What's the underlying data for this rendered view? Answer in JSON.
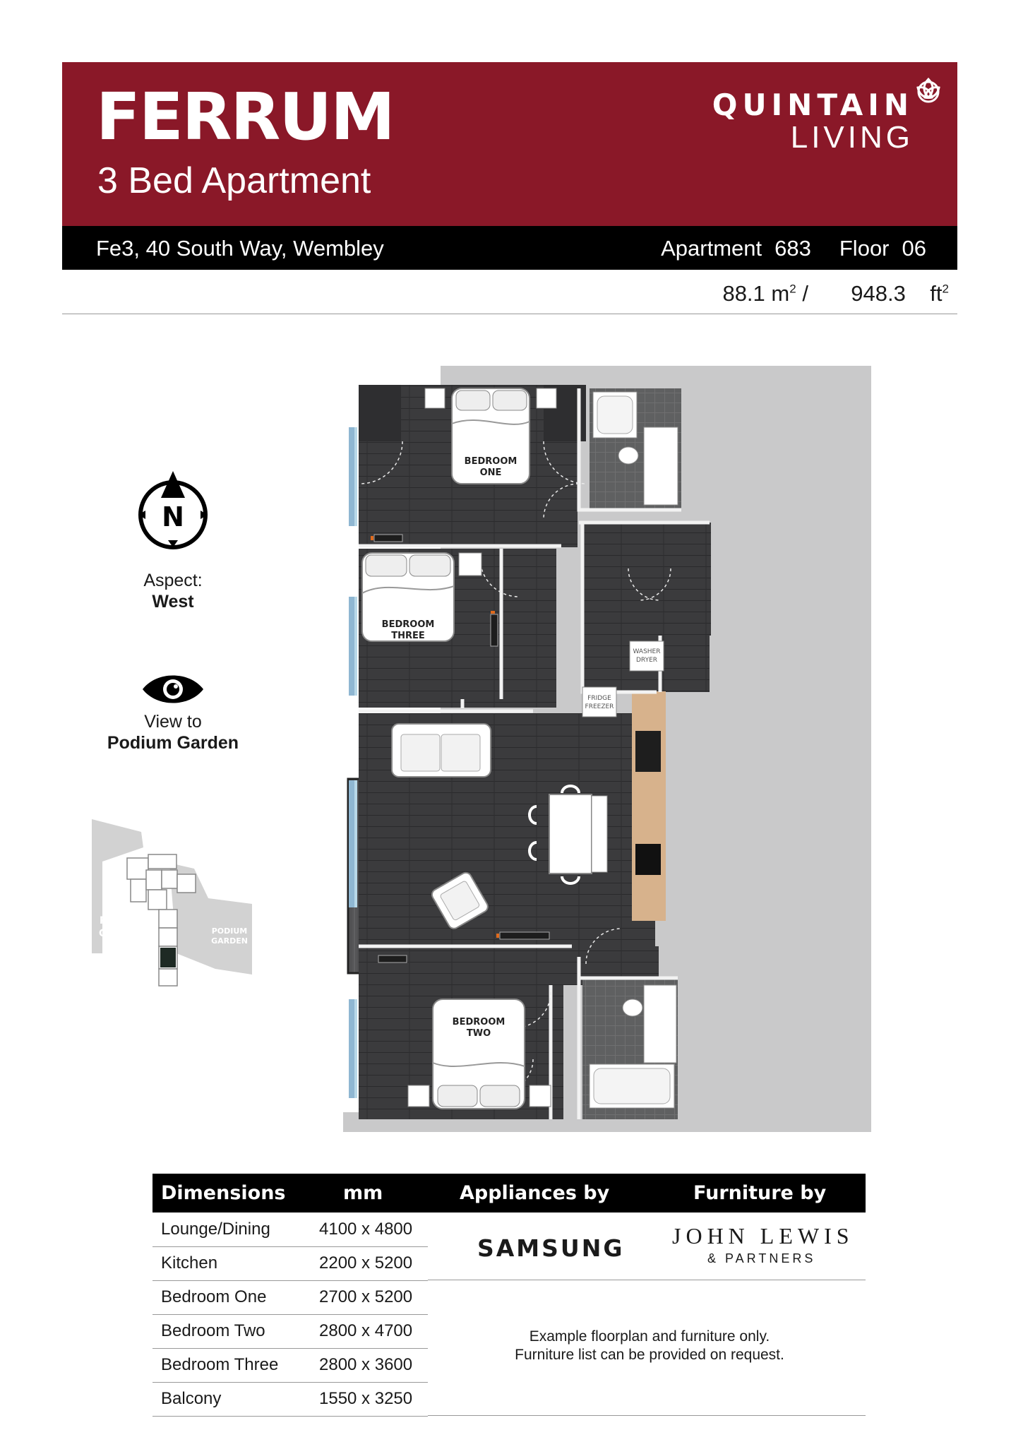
{
  "header": {
    "title": "FERRUM",
    "subtitle": "3 Bed Apartment",
    "brand_line1": "QUINTAIN",
    "brand_line2": "LIVING",
    "accent_color": "#8a1828"
  },
  "info_bar": {
    "address": "Fe3, 40 South Way, Wembley",
    "apartment_label": "Apartment",
    "apartment_value": "683",
    "floor_label": "Floor",
    "floor_value": "06"
  },
  "area": {
    "sqm": "88.1",
    "sqm_unit": "m",
    "separator": "/",
    "sqft": "948.3",
    "sqft_unit": "ft",
    "power": "2"
  },
  "compass": {
    "letter": "N",
    "aspect_label": "Aspect:",
    "aspect_value": "West"
  },
  "view": {
    "label": "View to",
    "value": "Podium Garden",
    "icon": "eye-icon"
  },
  "keyplan": {
    "garden_left": [
      "PODIUM",
      "GARDEN"
    ],
    "garden_right": [
      "PODIUM",
      "GARDEN"
    ]
  },
  "floorplan": {
    "rooms": {
      "bedroom_one": [
        "BEDROOM",
        "ONE"
      ],
      "bedroom_three": [
        "BEDROOM",
        "THREE"
      ],
      "bedroom_two": [
        "BEDROOM",
        "TWO"
      ]
    },
    "appliances": {
      "washer_dryer": [
        "WASHER",
        "DRYER"
      ],
      "fridge_freezer": [
        "FRIDGE",
        "FREEZER"
      ]
    }
  },
  "table": {
    "headers": {
      "dimensions": "Dimensions",
      "mm": "mm",
      "appliances": "Appliances by",
      "furniture": "Furniture by"
    },
    "rows": [
      {
        "room": "Lounge/Dining",
        "size": "4100 x 4800"
      },
      {
        "room": "Kitchen",
        "size": "2200 x 5200"
      },
      {
        "room": "Bedroom One",
        "size": "2700 x 5200"
      },
      {
        "room": "Bedroom Two",
        "size": "2800 x 4700"
      },
      {
        "room": "Bedroom Three",
        "size": "2800 x 3600"
      },
      {
        "room": "Balcony",
        "size": "1550 x 3250"
      }
    ],
    "appliances_brand": "SAMSUNG",
    "furniture_brand_line1": "JOHN LEWIS",
    "furniture_brand_line2": "& PARTNERS"
  },
  "note": {
    "line1": "Example floorplan and furniture only.",
    "line2": "Furniture list can be provided on request."
  }
}
